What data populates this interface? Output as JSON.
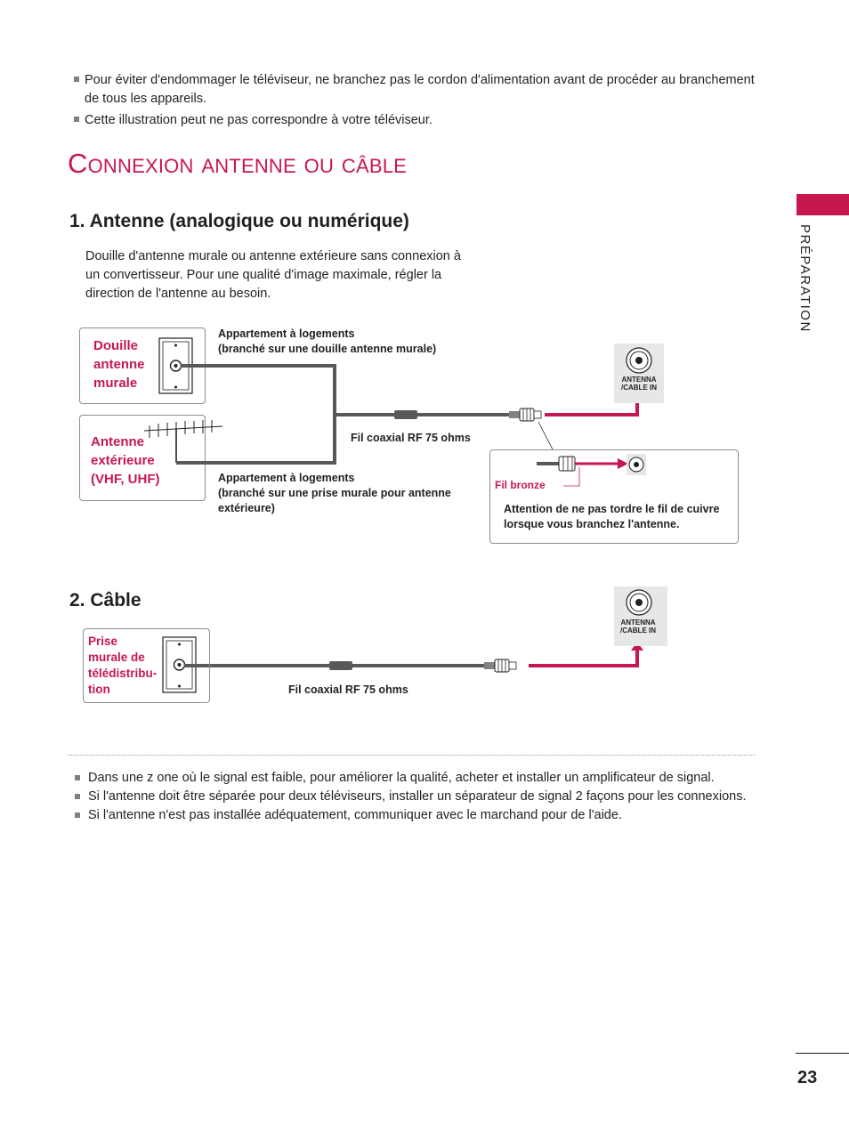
{
  "notes_top": [
    "Pour éviter d'endommager le téléviseur, ne branchez pas le cordon d'alimentation avant de procéder au branchement",
    "de tous les appareils.",
    "Cette illustration peut ne pas correspondre à votre téléviseur."
  ],
  "title": "Connexion antenne ou câble",
  "section1": {
    "heading": "1. Antenne (analogique ou numérique)",
    "intro": [
      "Douille d'antenne murale ou antenne extérieure sans connexion à",
      "un convertisseur. Pour une qualité d'image maximale, régler la",
      "direction de l'antenne au besoin."
    ],
    "wall_label": [
      "Douille",
      "antenne",
      "murale"
    ],
    "outdoor_label": [
      "Antenne",
      "extérieure",
      "(VHF, UHF)"
    ],
    "apt_wall": [
      "Appartement à logements",
      "(branché sur une douille antenne murale)"
    ],
    "apt_outdoor": [
      "Appartement à logements",
      "(branché sur une prise murale pour antenne",
      "extérieure)"
    ],
    "coax": "Fil coaxial RF 75 ohms",
    "port": [
      "ANTENNA",
      "/CABLE IN"
    ],
    "inset_label": "Fil bronze",
    "inset_note": [
      "Attention de ne pas tordre le fil de cuivre",
      "lorsque vous branchez l'antenne."
    ]
  },
  "section2": {
    "heading": "2. Câble",
    "wall_label": [
      "Prise",
      "murale de",
      "télédistribu-",
      "tion"
    ],
    "coax": "Fil coaxial RF 75 ohms",
    "port": [
      "ANTENNA",
      "/CABLE IN"
    ]
  },
  "notes_bottom": [
    "Dans une z  one où le signal est faible, pour améliorer la qualité, acheter et installer un amplificateur de signal.",
    "Si l'antenne doit être séparée pour deux téléviseurs, installer un séparateur de signal 2 façons pour les connexions.",
    "Si l'antenne n'est pas installée adéquatement, communiquer avec le marchand pour de l'aide."
  ],
  "side_tab": "PRÉPARATION",
  "page_number": "23",
  "colors": {
    "accent": "#c8174f",
    "cable": "#58595b",
    "port_bg": "#e6e7e8"
  }
}
